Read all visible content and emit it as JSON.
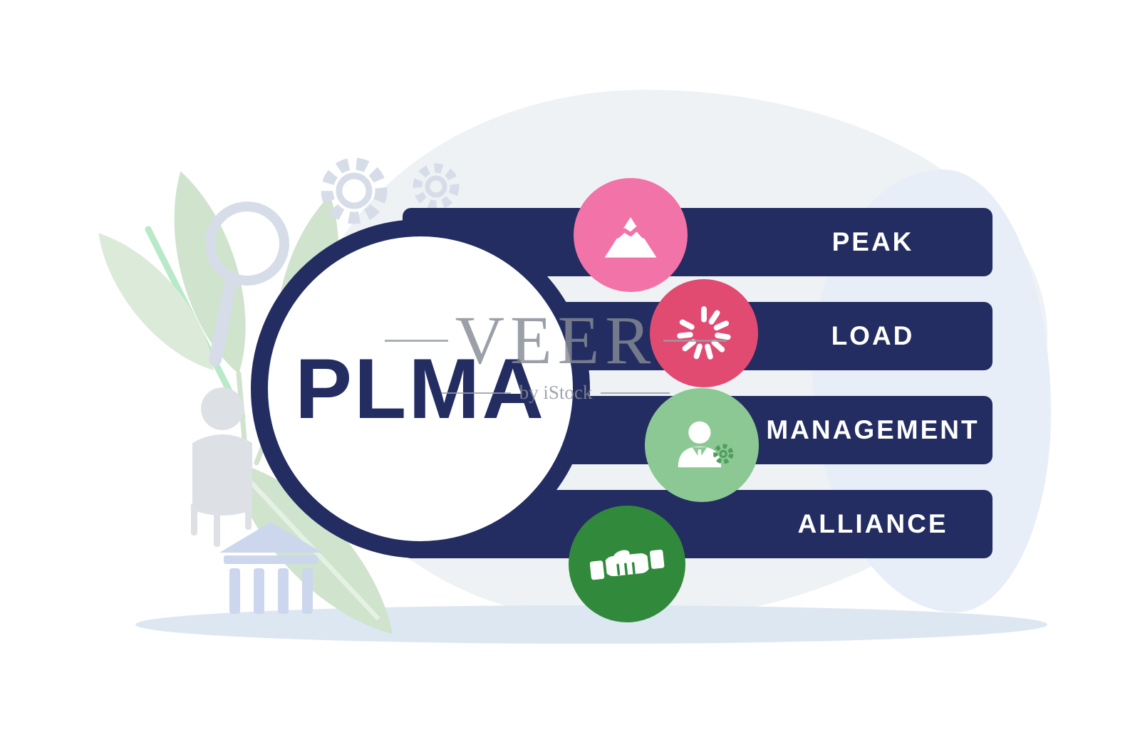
{
  "illustration": {
    "acronym": "PLMA",
    "items": [
      {
        "label": "PEAK",
        "icon": "mountain-icon",
        "circle_color": "#f173a7"
      },
      {
        "label": "LOAD",
        "icon": "loading-spinner-icon",
        "circle_color": "#e14b72"
      },
      {
        "label": "MANAGEMENT",
        "icon": "businessman-gear-icon",
        "circle_color": "#8cc893"
      },
      {
        "label": "ALLIANCE",
        "icon": "handshake-icon",
        "circle_color": "#318a3b"
      }
    ],
    "colors": {
      "navy": "#232d61",
      "label_text": "#ffffff",
      "background_blob": "#eff2f5",
      "background_blob_right": "#e7eef7",
      "leaf_green": "#cfe3cd",
      "decor_gray_blue": "#d6dde9",
      "ground_shadow": "#dde7f2"
    }
  },
  "watermark": {
    "brand": "VEER",
    "byline": "by iStock"
  }
}
